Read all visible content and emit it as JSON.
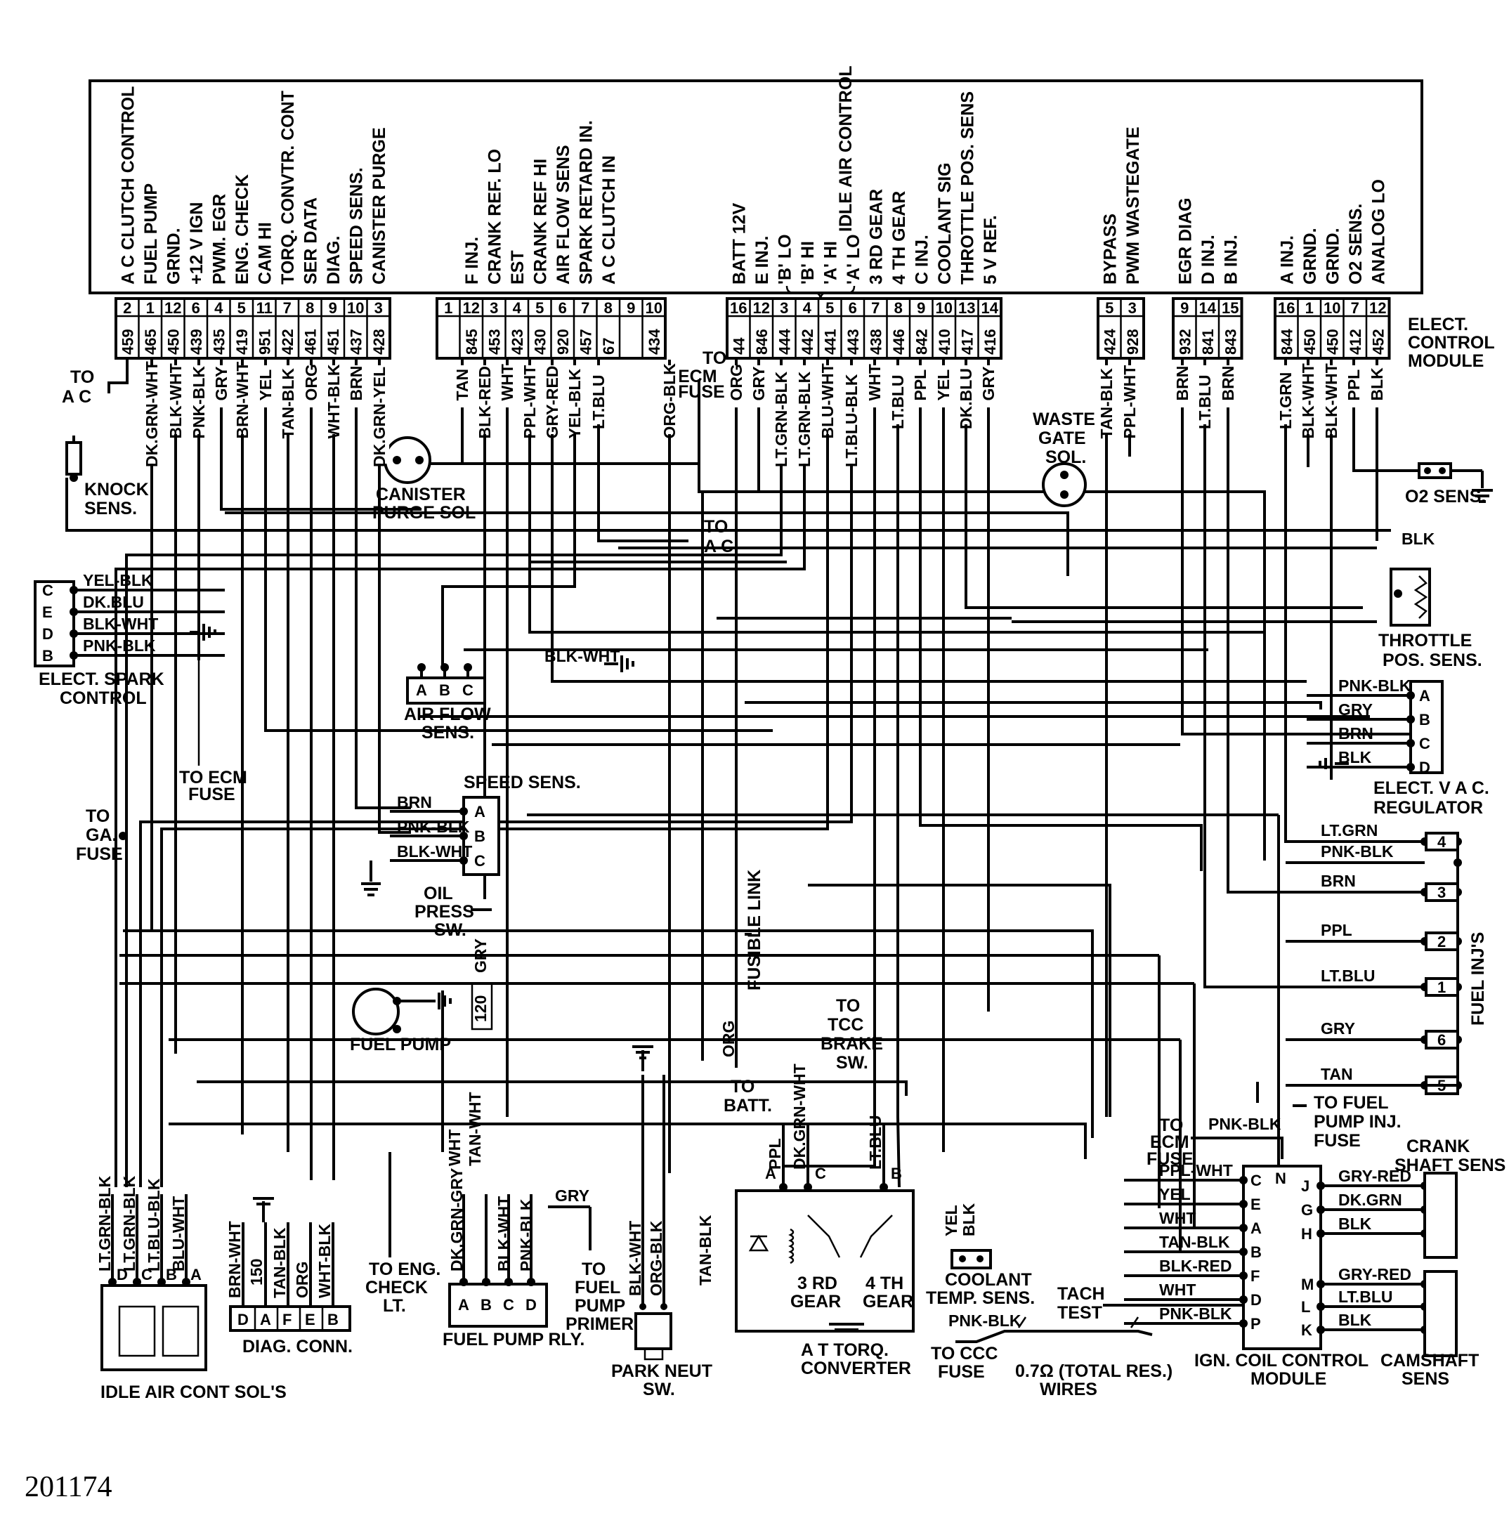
{
  "figure_id": "201174",
  "ecm": {
    "title": "ELECT. CONTROL MODULE",
    "groups": [
      {
        "pins": [
          {
            "label": "A C CLUTCH CONTROL",
            "pin": "2",
            "circuit": "459"
          },
          {
            "label": "FUEL PUMP",
            "pin": "1",
            "circuit": "465"
          },
          {
            "label": "GRND.",
            "pin": "12",
            "circuit": "450"
          },
          {
            "label": "+12 V IGN",
            "pin": "6",
            "circuit": "439"
          },
          {
            "label": "PWM. EGR",
            "pin": "4",
            "circuit": "435"
          },
          {
            "label": "ENG. CHECK",
            "pin": "5",
            "circuit": "419"
          },
          {
            "label": "CAM HI",
            "pin": "11",
            "circuit": "951"
          },
          {
            "label": "TORQ. CONVTR. CONT",
            "pin": "7",
            "circuit": "422"
          },
          {
            "label": "SER DATA",
            "pin": "8",
            "circuit": "461"
          },
          {
            "label": "DIAG.",
            "pin": "9",
            "circuit": "451"
          },
          {
            "label": "SPEED SENS.",
            "pin": "10",
            "circuit": "437"
          },
          {
            "label": "CANISTER PURGE",
            "pin": "3",
            "circuit": "428"
          }
        ]
      },
      {
        "pins": [
          {
            "label": "",
            "pin": "1",
            "circuit": ""
          },
          {
            "label": "F INJ.",
            "pin": "12",
            "circuit": "845"
          },
          {
            "label": "CRANK REF. LO",
            "pin": "3",
            "circuit": "453"
          },
          {
            "label": "EST",
            "pin": "4",
            "circuit": "423"
          },
          {
            "label": "CRANK REF HI",
            "pin": "5",
            "circuit": "430"
          },
          {
            "label": "AIR FLOW SENS",
            "pin": "6",
            "circuit": "920"
          },
          {
            "label": "SPARK RETARD IN.",
            "pin": "7",
            "circuit": "457"
          },
          {
            "label": "A C CLUTCH IN",
            "pin": "8",
            "circuit": "67"
          },
          {
            "label": "",
            "pin": "9",
            "circuit": ""
          },
          {
            "label": "",
            "pin": "10",
            "circuit": "434"
          }
        ]
      },
      {
        "pins": [
          {
            "label": "BATT 12V",
            "pin": "16",
            "circuit": "44"
          },
          {
            "label": "E INJ.",
            "pin": "12",
            "circuit": "846"
          },
          {
            "label": "'B' LO",
            "pin": "3",
            "circuit": "444"
          },
          {
            "label": "'B' HI",
            "pin": "4",
            "circuit": "442"
          },
          {
            "label": "'A' HI",
            "pin": "5",
            "circuit": "441"
          },
          {
            "label": "'A' LO",
            "pin": "6",
            "circuit": "443"
          },
          {
            "label": "3 RD GEAR",
            "pin": "7",
            "circuit": "438"
          },
          {
            "label": "4 TH GEAR",
            "pin": "8",
            "circuit": "446"
          },
          {
            "label": "C INJ.",
            "pin": "9",
            "circuit": "842"
          },
          {
            "label": "COOLANT SIG",
            "pin": "10",
            "circuit": "410"
          },
          {
            "label": "THROTTLE POS. SENS",
            "pin": "13",
            "circuit": "417"
          },
          {
            "label": "5 V REF.",
            "pin": "14",
            "circuit": "416"
          }
        ]
      },
      {
        "pins": [
          {
            "label": "BYPASS",
            "pin": "5",
            "circuit": "424"
          },
          {
            "label": "PWM WASTEGATE",
            "pin": "3",
            "circuit": "928"
          }
        ]
      },
      {
        "pins": [
          {
            "label": "EGR DIAG",
            "pin": "9",
            "circuit": "932"
          },
          {
            "label": "D INJ.",
            "pin": "14",
            "circuit": "841"
          },
          {
            "label": "B INJ.",
            "pin": "15",
            "circuit": "843"
          }
        ]
      },
      {
        "pins": [
          {
            "label": "A INJ.",
            "pin": "16",
            "circuit": "844"
          },
          {
            "label": "GRND.",
            "pin": "1",
            "circuit": "450"
          },
          {
            "label": "GRND.",
            "pin": "10",
            "circuit": "450"
          },
          {
            "label": "O2 SENS.",
            "pin": "7",
            "circuit": "412"
          },
          {
            "label": "ANALOG LO",
            "pin": "12",
            "circuit": "452"
          }
        ]
      }
    ],
    "idle_air_control": "IDLE AIR CONTROL"
  },
  "ecm_wire_colors": [
    "DK.GRN-WHT",
    "BLK-WHT",
    "PNK-BLK",
    "GRY",
    "BRN-WHT",
    "YEL",
    "TAN-BLK",
    "ORG",
    "WHT-BLK",
    "BRN",
    "DK.GRN-YEL",
    "TAN",
    "BLK-RED",
    "WHT",
    "PPL-WHT",
    "GRY-RED",
    "YEL-BLK",
    "LT.BLU",
    "ORG-BLK",
    "ORG",
    "GRY",
    "LT.GRN-BLK",
    "LT.GRN-BLK",
    "BLU-WHT",
    "LT.BLU-BLK",
    "WHT",
    "LT.BLU",
    "PPL",
    "YEL",
    "DK.BLU",
    "GRY",
    "TAN-BLK",
    "PPL-WHT",
    "BRN",
    "LT.BLU",
    "BRN",
    "LT.GRN",
    "BLK-WHT",
    "BLK-WHT",
    "PPL",
    "BLK"
  ],
  "labels": {
    "to_ac_1": "TO A C",
    "knock_sens": "KNOCK SENS.",
    "canister_purge_sol": "CANISTER PURGE SOL",
    "to_ecm_fuse_top": "TO ECM FUSE",
    "to_ac_2": "TO A C",
    "waste_gate_sol": "WASTE GATE SOL.",
    "o2_sens": "O2 SENS.",
    "throttle_pos_sens": "THROTTLE POS. SENS.",
    "elect_spark_control": "ELECT. SPARK CONTROL",
    "air_flow_sens": "AIR FLOW SENS.",
    "to_ecm_fuse_left": "TO ECM FUSE",
    "speed_sens": "SPEED SENS.",
    "to_ga_fuse": "TO GA. FUSE",
    "oil_press_sw": "OIL PRESS SW.",
    "fusible_link": "FUSIBLE LINK",
    "fuel_pump": "FUEL PUMP",
    "to_batt": "TO BATT.",
    "to_tcc_brake_sw": "TO TCC BRAKE SW.",
    "elect_vac_regulator": "ELECT. V A C. REGULATOR",
    "fuel_injs": "FUEL INJ'S",
    "to_fuel_pump_inj_fuse": "TO FUEL PUMP INJ. FUSE",
    "idle_air_cont_sols": "IDLE AIR CONT SOL'S",
    "diag_conn": "DIAG. CONN.",
    "to_eng_check_lt": "TO ENG. CHECK LT.",
    "fuel_pump_rly": "FUEL PUMP RLY.",
    "to_fuel_pump_primer": "TO FUEL PUMP PRIMER",
    "park_neut_sw": "PARK NEUT SW.",
    "at_torq_converter": "A T TORQ. CONVERTER",
    "gear3": "3 RD GEAR",
    "gear4": "4 TH GEAR",
    "coolant_temp_sens": "COOLANT TEMP. SENS.",
    "to_ccc_fuse": "TO CCC FUSE",
    "resistance_wires": "0.7Ω (TOTAL RES.) WIRES",
    "tach_test": "TACH TEST",
    "to_ecm_fuse_right": "TO ECM FUSE",
    "ign_coil_control_module": "IGN. COIL CONTROL MODULE",
    "crank_shaft_sens": "CRANK SHAFT SENS",
    "camshaft_sens": "CAMSHAFT SENS",
    "circuit_120": "120",
    "circuit_150": "150"
  },
  "spark_control": {
    "pins": [
      {
        "pin": "C",
        "wire": "YEL-BLK"
      },
      {
        "pin": "E",
        "wire": "DK.BLU"
      },
      {
        "pin": "D",
        "wire": "BLK-WHT"
      },
      {
        "pin": "B",
        "wire": "PNK-BLK"
      }
    ]
  },
  "air_flow_pins": [
    "A",
    "B",
    "C"
  ],
  "air_flow_ground_wire": "BLK-WHT",
  "speed_sens": {
    "pins": [
      {
        "pin": "A",
        "wire": "BRN"
      },
      {
        "pin": "B",
        "wire": "PNK-BLK"
      },
      {
        "pin": "C",
        "wire": "BLK-WHT"
      }
    ]
  },
  "throttle_wire": "BLK",
  "vac_regulator": {
    "pins": [
      {
        "pin": "A",
        "wire": "PNK-BLK"
      },
      {
        "pin": "B",
        "wire": "GRY"
      },
      {
        "pin": "C",
        "wire": "BRN"
      },
      {
        "pin": "D",
        "wire": "BLK"
      }
    ]
  },
  "injectors": [
    {
      "num": "4",
      "wire": "LT.GRN"
    },
    {
      "num": "",
      "wire": "PNK-BLK"
    },
    {
      "num": "3",
      "wire": "BRN"
    },
    {
      "num": "2",
      "wire": "PPL"
    },
    {
      "num": "1",
      "wire": "LT.BLU"
    },
    {
      "num": "6",
      "wire": "GRY"
    },
    {
      "num": "5",
      "wire": "TAN"
    }
  ],
  "oil_press_wire": "GRY",
  "fusible_wire": "ORG",
  "idle_air_sol": {
    "pins": [
      "D",
      "C",
      "B",
      "A"
    ],
    "wires": [
      "LT.GRN-BLK",
      "LT.GRN-BLK",
      "LT.BLU-BLK",
      "BLU-WHT"
    ]
  },
  "diag_conn": {
    "pins": [
      "D",
      "A",
      "F",
      "E",
      "B"
    ],
    "wires": [
      "BRN-WHT",
      "TAN-BLK",
      "ORG",
      "WHT-BLK"
    ]
  },
  "fuel_pump_rly": {
    "pins": [
      "A",
      "B",
      "C",
      "D"
    ],
    "wires": [
      "WHT",
      "TAN-WHT",
      "DK.GRN-GRY",
      "BLK-WHT",
      "PNK-BLK"
    ],
    "primer_wire": "GRY"
  },
  "park_neut_wires": [
    "BLK-WHT",
    "ORG-BLK"
  ],
  "torq_conv": {
    "pins": [
      "A",
      "C",
      "B"
    ],
    "wires": [
      "PPL",
      "DK.GRN-WHT",
      "LT.BLU"
    ],
    "tan_blk": "TAN-BLK"
  },
  "coolant_wires": [
    "YEL",
    "BLK"
  ],
  "coil_module": {
    "left_pins": [
      {
        "pin": "C",
        "wire": "PPL-WHT"
      },
      {
        "pin": "E",
        "wire": "YEL"
      },
      {
        "pin": "A",
        "wire": "WHT"
      },
      {
        "pin": "B",
        "wire": "TAN-BLK"
      },
      {
        "pin": "F",
        "wire": "BLK-RED"
      },
      {
        "pin": "D",
        "wire": "WHT"
      },
      {
        "pin": "P",
        "wire": "PNK-BLK"
      }
    ],
    "top_pin": {
      "pin": "N",
      "wire": "PNK-BLK"
    },
    "right_pins": [
      {
        "pin": "J",
        "wire": "GRY-RED"
      },
      {
        "pin": "G",
        "wire": "DK.GRN"
      },
      {
        "pin": "H",
        "wire": "BLK"
      },
      {
        "pin": "M",
        "wire": "GRY-RED"
      },
      {
        "pin": "L",
        "wire": "LT.BLU"
      },
      {
        "pin": "K",
        "wire": "BLK"
      }
    ],
    "ccc_wire": "PNK-BLK"
  }
}
